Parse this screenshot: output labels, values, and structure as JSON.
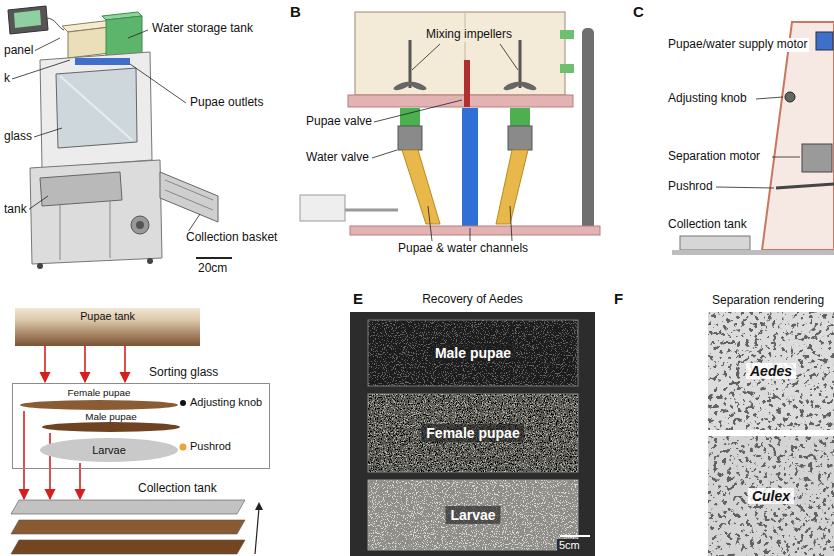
{
  "diagram": {
    "nodes": [
      {
        "text": [
          "Pupae tank"
        ]
      },
      {
        "text": [
          "Sorting glass"
        ]
      },
      {
        "text": [
          "Female pupae"
        ],
        "in": 1
      },
      {
        "text": [
          "Male pupae"
        ],
        "in": 1
      },
      {
        "text": [
          "Larvae"
        ],
        "in": 1
      },
      {
        "text": [
          "Collection tank"
        ]
      },
      {
        "text": [
          "Recovery of Aedes"
        ]
      },
      {
        "text": [
          "Male pupae"
        ],
        "in": 6
      },
      {
        "text": [
          "Female pupae"
        ],
        "in": 6
      },
      {
        "text": [
          "Larvae"
        ],
        "in": 6
      },
      {
        "text": [
          "Separation rendering"
        ]
      },
      {
        "text": [
          "Aedes"
        ],
        "in": 10
      },
      {
        "text": [
          "Culex"
        ],
        "in": 10
      }
    ],
    "edges": [
      {
        "from": 0,
        "to": 1,
        "arrow": "to"
      },
      {
        "from": 0,
        "to": 1,
        "arrow": "to"
      },
      {
        "from": 0,
        "to": 1,
        "arrow": "to"
      },
      {
        "from": 2,
        "to": 5,
        "arrow": "to"
      },
      {
        "from": 3,
        "to": 5,
        "arrow": "to"
      },
      {
        "from": 4,
        "to": 5,
        "arrow": "to"
      }
    ],
    "labels": [
      "panel",
      "k",
      "glass",
      "tank",
      "Water storage tank",
      "Pupae outlets",
      "Collection basket",
      "20cm",
      "B",
      "Mixing impellers",
      "Pupae valve",
      "Water valve",
      "Pupae & water channels",
      "C",
      "Pupae/water supply motor",
      "Adjusting knob",
      "Separation motor",
      "Pushrod",
      "Collection tank",
      "Adjusting knob",
      "Pushrod",
      "E",
      "5cm",
      "F"
    ]
  }
}
